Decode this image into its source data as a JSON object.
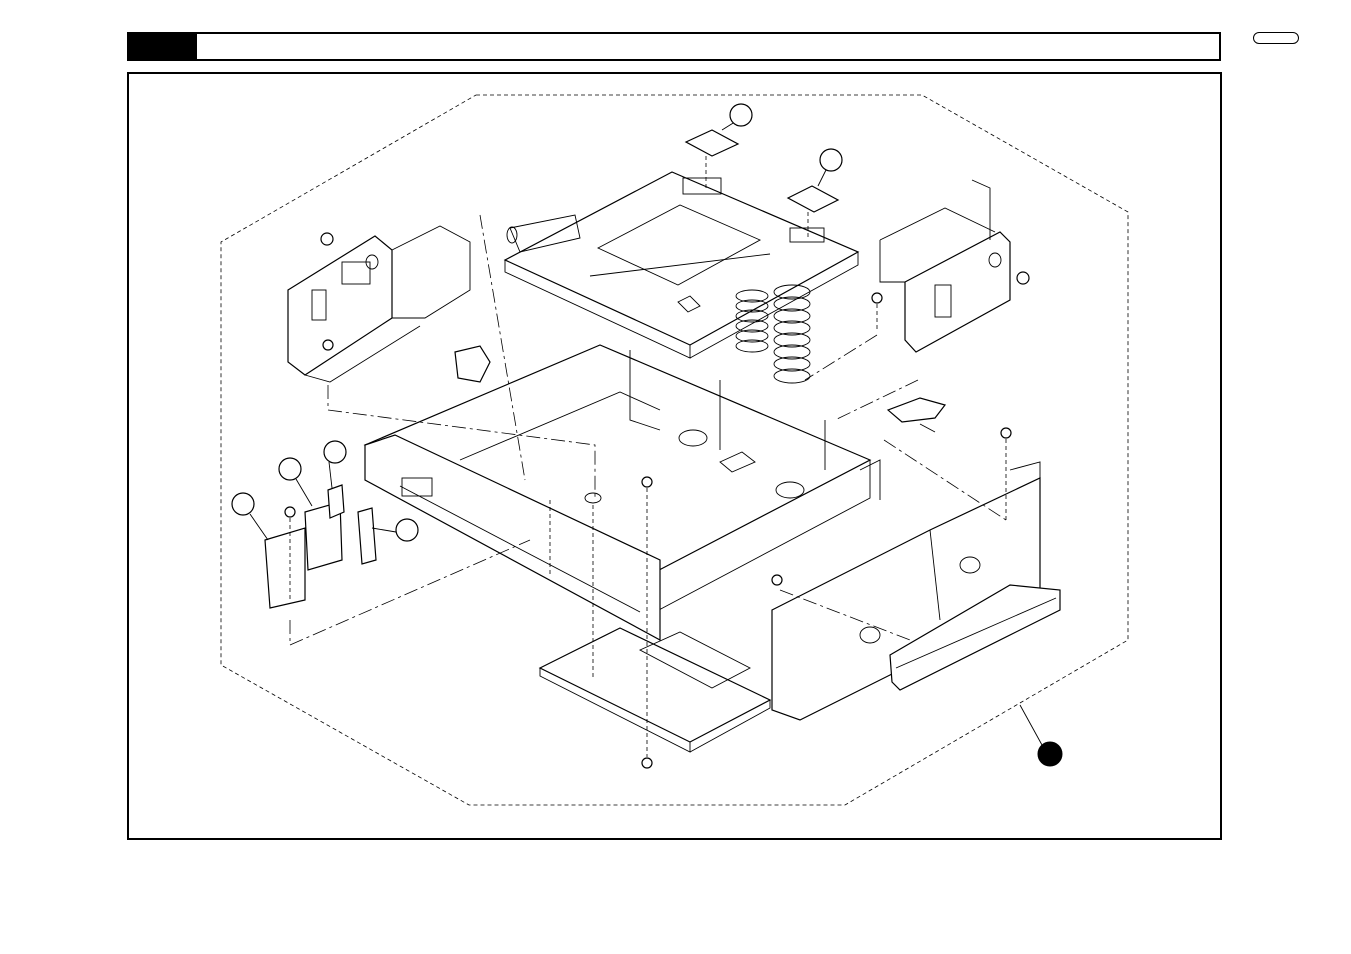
{
  "header": {
    "title": ""
  },
  "callouts": [
    {
      "id": "c1",
      "label": ""
    },
    {
      "id": "c2",
      "label": ""
    },
    {
      "id": "c3",
      "label": ""
    },
    {
      "id": "c4",
      "label": ""
    },
    {
      "id": "c5",
      "label": ""
    },
    {
      "id": "c6",
      "label": ""
    },
    {
      "id": "c7",
      "label": ""
    }
  ],
  "colors": {
    "ink": "#000000",
    "paper": "#ffffff"
  }
}
